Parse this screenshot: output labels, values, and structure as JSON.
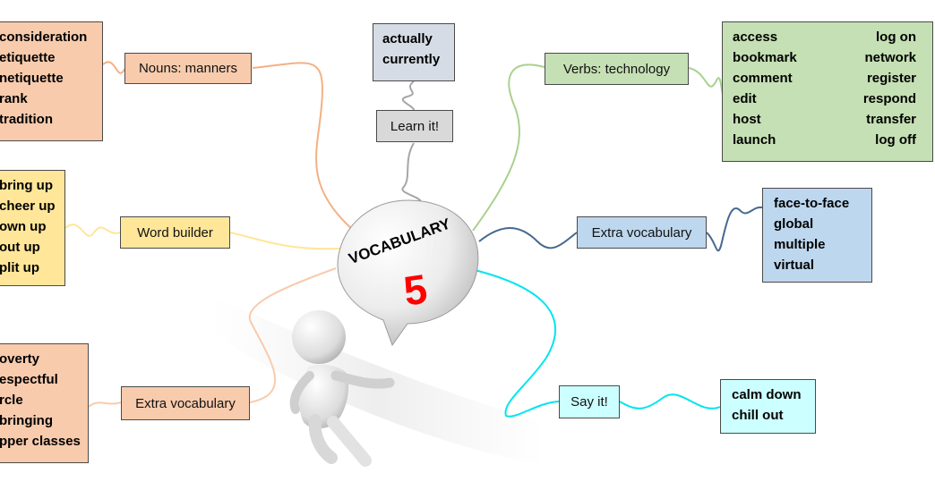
{
  "center": {
    "title": "VOCABULARY",
    "number": "5"
  },
  "branches": {
    "nouns_manners": {
      "label": "Nouns: manners",
      "words": [
        "consideration",
        "etiquette",
        "netiquette",
        "rank",
        "tradition"
      ]
    },
    "learn_it": {
      "label": "Learn it!",
      "words": [
        "actually",
        "currently"
      ]
    },
    "verbs_technology": {
      "label": "Verbs: technology",
      "words_left": [
        "access",
        "bookmark",
        "comment",
        "edit",
        "host",
        "launch"
      ],
      "words_right": [
        "log on",
        "network",
        "register",
        "respond",
        "transfer",
        "log off"
      ]
    },
    "word_builder": {
      "label": "Word builder",
      "words": [
        "bring up",
        "cheer up",
        "own up",
        "out up",
        "plit  up"
      ]
    },
    "extra_vocabulary_right": {
      "label": "Extra vocabulary",
      "words": [
        "face-to-face",
        "global",
        "multiple",
        "virtual"
      ]
    },
    "extra_vocabulary_left": {
      "label": "Extra vocabulary",
      "words": [
        "overty",
        "espectful",
        "rcle",
        "bringing",
        "pper classes"
      ]
    },
    "say_it": {
      "label": "Say it!",
      "words": [
        "calm down",
        "chill out"
      ]
    }
  },
  "colors": {
    "nouns": "#f8cbad",
    "learn_words": "#d6dce5",
    "learn_label": "#d9d9d9",
    "verbs": "#c5e0b4",
    "word_builder": "#ffe699",
    "extra_right": "#bdd7ee",
    "extra_left": "#f8cbad",
    "say_it": "#ccffff",
    "line_orange": "#f4b183",
    "line_gray": "#a6a6a6",
    "line_green": "#a9d18e",
    "line_yellow": "#ffe699",
    "line_blue": "#44698f",
    "line_cyan": "#00e5ee",
    "line_lightorange": "#f8cbad",
    "number_red": "#ff0000"
  }
}
